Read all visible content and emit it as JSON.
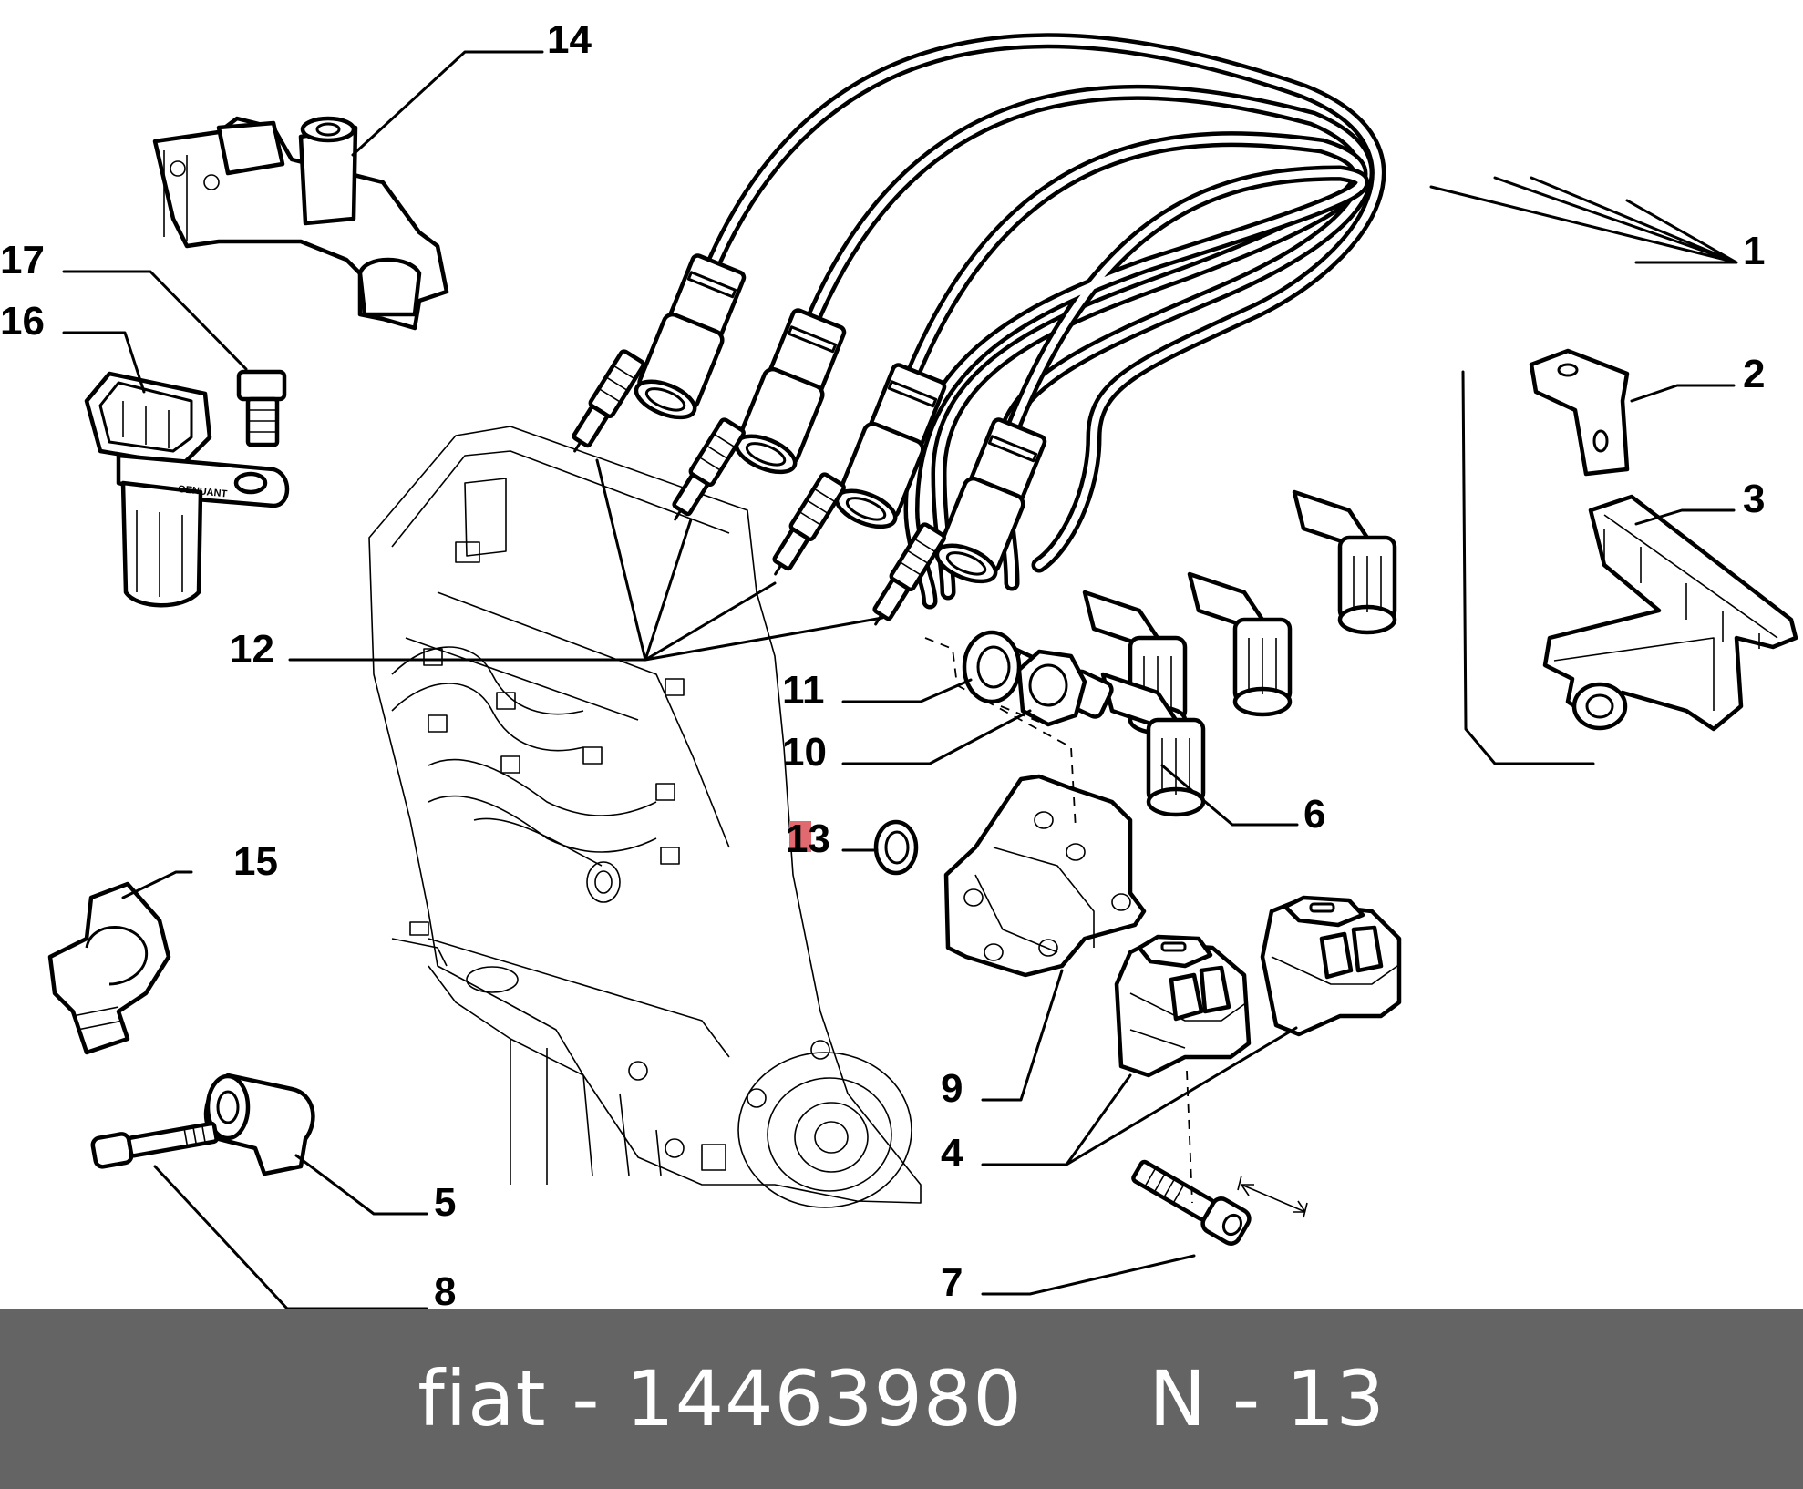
{
  "callouts": [
    {
      "id": "1",
      "text": "1"
    },
    {
      "id": "2",
      "text": "2"
    },
    {
      "id": "3",
      "text": "3"
    },
    {
      "id": "4",
      "text": "4"
    },
    {
      "id": "5",
      "text": "5"
    },
    {
      "id": "6",
      "text": "6"
    },
    {
      "id": "7",
      "text": "7"
    },
    {
      "id": "8",
      "text": "8"
    },
    {
      "id": "9",
      "text": "9"
    },
    {
      "id": "10",
      "text": "10"
    },
    {
      "id": "11",
      "text": "11"
    },
    {
      "id": "12",
      "text": "12"
    },
    {
      "id": "13",
      "text": "13"
    },
    {
      "id": "14",
      "text": "14"
    },
    {
      "id": "15",
      "text": "15"
    },
    {
      "id": "16",
      "text": "16"
    },
    {
      "id": "17",
      "text": "17"
    }
  ],
  "highlighted_callout": "13",
  "sensor_stamp": "GENUANT",
  "footer": {
    "brand": "fiat",
    "separator": "-",
    "part_number": "14463980",
    "position_prefix": "N",
    "position_separator": "-",
    "position_number": "13"
  },
  "colors": {
    "background": "#ffffff",
    "line_art": "#000000",
    "highlight": "#e06a70",
    "footer_background": "#646464",
    "footer_text": "#ffffff"
  }
}
